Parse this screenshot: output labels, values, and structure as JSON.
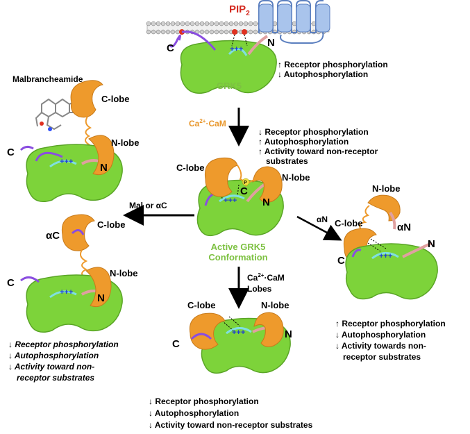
{
  "top": {
    "pip2": "PIP2",
    "pip2_base": "PIP",
    "pip2_sub": "2",
    "c": "C",
    "n": "N",
    "grk5": "GRK5",
    "effects": [
      "↑ Receptor phosphorylation",
      "↓ Autophosphorylation"
    ]
  },
  "arrow_down": {
    "cam_label": "Ca2+·CaM",
    "cam_base": "Ca",
    "cam_sup": "2+",
    "cam_rest": "·CaM",
    "effects": [
      "↓ Receptor phosphorylation",
      "↑ Autophosphorylation",
      "↑ Activity toward non-receptor",
      "substrates"
    ]
  },
  "center": {
    "c_lobe": "C-lobe",
    "n_lobe": "N-lobe",
    "c": "C",
    "n": "N",
    "p": "P",
    "active1": "Active GRK5",
    "active2": "Conformation"
  },
  "malbrancheamide": {
    "title": "Malbrancheamide",
    "c_lobe": "C-lobe",
    "n_lobe": "N-lobe",
    "c": "C",
    "n": "N"
  },
  "left_arrow": {
    "label": "Mal or αC"
  },
  "left": {
    "ac": "αC",
    "c_lobe": "C-lobe",
    "n_lobe": "N-lobe",
    "c": "C",
    "n": "N",
    "effects": [
      "↓ Receptor phosphorylation",
      "↓ Autophosphorylation",
      "↓ Activity toward non-",
      "receptor substrates"
    ]
  },
  "right_arrow": {
    "label": "αN"
  },
  "right": {
    "n_lobe_top": "N-lobe",
    "an": "αN",
    "c_lobe": "C-lobe",
    "c": "C",
    "n": "N",
    "effects": [
      "↑ Receptor phosphorylation",
      "↓ Autophosphorylation",
      "↓ Activity towards non-",
      "receptor substrates"
    ]
  },
  "bottom_arrow": {
    "cam_base": "Ca",
    "cam_sup": "2+",
    "cam_rest": "·CaM",
    "lobes": "Lobes"
  },
  "bottom": {
    "c_lobe": "C-lobe",
    "n_lobe": "N-lobe",
    "c": "C",
    "n": "N",
    "effects": [
      "↓ Receptor phosphorylation",
      "↓ Autophosphorylation",
      "↓ Activity toward non-receptor substrates"
    ]
  },
  "colors": {
    "kinase": "#7dd33a",
    "kinase_dark": "#5aa526",
    "calmodulin": "#ee9a2c",
    "ct_helix": "#8a4de0",
    "nt_helix": "#e0a0a0",
    "helix_cyan": "#7fe0e0",
    "plus": "#1f3fd1",
    "membrane_head": "#d0d0d0",
    "pip2_dot": "#e03020",
    "receptor": "#a9c4ec",
    "receptor_edge": "#5b7fbf"
  }
}
